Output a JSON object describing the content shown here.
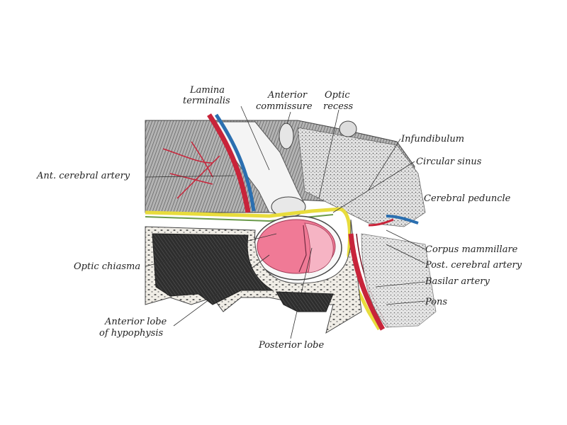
{
  "figure": {
    "labels": {
      "lamina_terminalis": [
        "Lamina",
        "terminalis"
      ],
      "anterior_commissure": [
        "Anterior",
        "commissure"
      ],
      "optic_recess": [
        "Optic",
        "recess"
      ],
      "infundibulum": "Infundibulum",
      "circular_sinus": "Circular sinus",
      "cerebral_peduncle": "Cerebral peduncle",
      "ant_cerebral_artery": "Ant. cerebral artery",
      "corpus_mammillare": "Corpus mammillare",
      "post_cerebral_artery": "Post. cerebral artery",
      "basilar_artery": "Basilar artery",
      "pons": "Pons",
      "optic_chiasma": "Optic chiasma",
      "anterior_lobe": [
        "Anterior lobe",
        "of hypophysis"
      ],
      "posterior_lobe": "Posterior lobe"
    },
    "colors": {
      "artery": "#c8243a",
      "vein": "#2b6fb0",
      "yellow_membrane": "#e8dc3c",
      "green_membrane": "#6a9a4a",
      "pituitary_anterior": "#f07a96",
      "pituitary_light": "#f6b4c4",
      "bone": "#efece6",
      "brain_tissue": "#8d8d8d",
      "dark_cavity": "#2a2a2a"
    }
  }
}
